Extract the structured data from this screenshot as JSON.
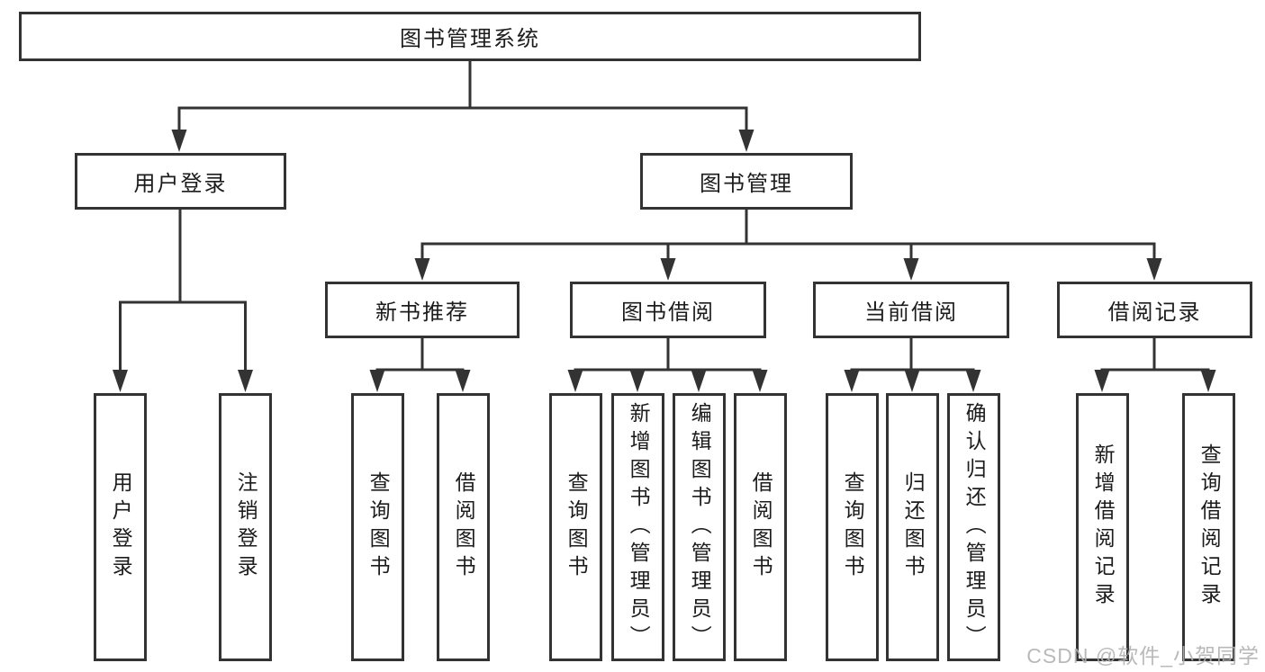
{
  "diagram_title": "图书管理系统",
  "tree": {
    "root": {
      "label": "图书管理系统"
    },
    "level2": [
      {
        "label": "用户登录"
      },
      {
        "label": "图书管理"
      }
    ],
    "level3": [
      {
        "label": "新书推荐"
      },
      {
        "label": "图书借阅"
      },
      {
        "label": "当前借阅"
      },
      {
        "label": "借阅记录"
      }
    ],
    "leaves": {
      "userLogin": [
        "用户登录",
        "注销登录"
      ],
      "newBookRecommend": [
        "查询图书",
        "借阅图书"
      ],
      "bookBorrowing": [
        "查询图书",
        "新增图书（管理员）",
        "编辑图书（管理员）",
        "借阅图书"
      ],
      "currentBorrowing": [
        "查询图书",
        "归还图书",
        "确认归还（管理员）"
      ],
      "borrowingRecords": [
        "新增借阅记录",
        "查询借阅记录"
      ]
    }
  },
  "watermark": "CSDN @软件_小贺同学",
  "colors": {
    "line": "#333333",
    "text": "#1c1c1c",
    "background": "#ffffff",
    "watermark": "#b0b0b0"
  }
}
